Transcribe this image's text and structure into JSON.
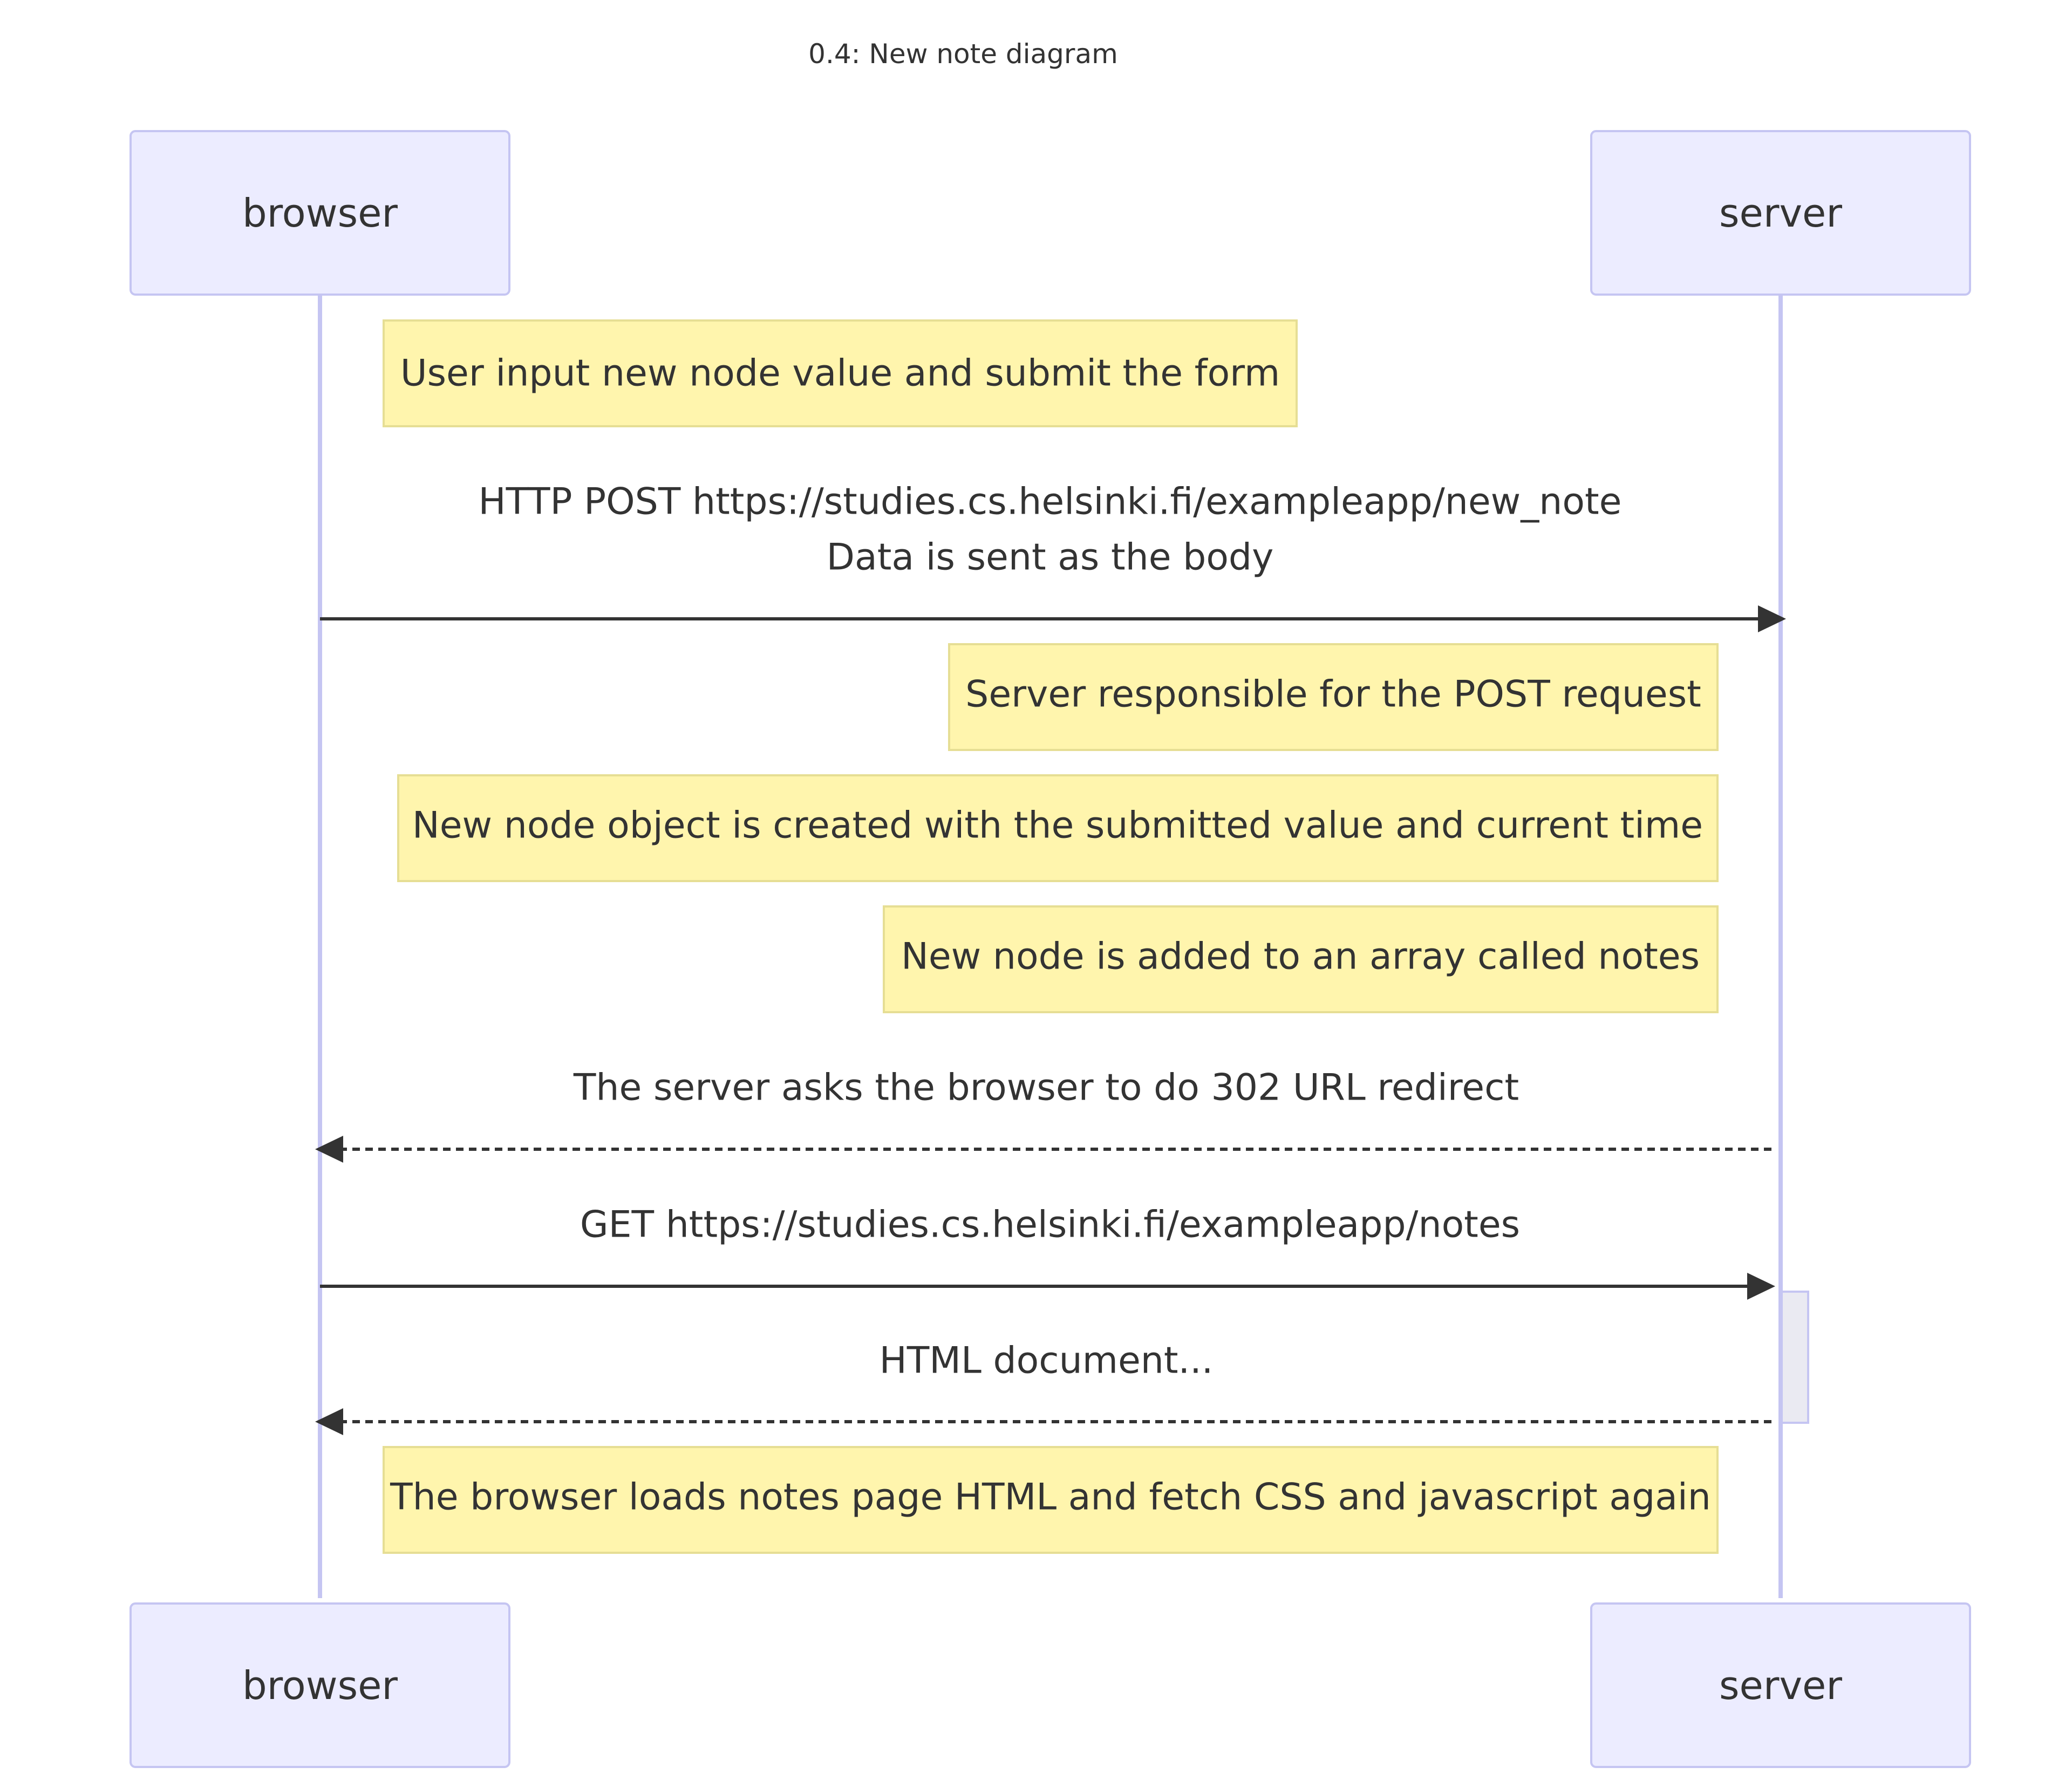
{
  "title": "0.4: New note diagram",
  "participants": [
    {
      "id": "browser",
      "label": "browser"
    },
    {
      "id": "server",
      "label": "server"
    }
  ],
  "steps": [
    {
      "kind": "note",
      "text": "User input new node value and submit the form"
    },
    {
      "kind": "message",
      "from": "browser",
      "to": "server",
      "style": "solid",
      "lines": [
        "HTTP POST https://studies.cs.helsinki.fi/exampleapp/new_note",
        "Data is sent as the body"
      ]
    },
    {
      "kind": "note",
      "text": "Server responsible for the POST request"
    },
    {
      "kind": "note",
      "text": "New node object is created with the submitted value and current time"
    },
    {
      "kind": "note",
      "text": "New node is added to an array called notes"
    },
    {
      "kind": "message",
      "from": "server",
      "to": "browser",
      "style": "dashed",
      "lines": [
        "The server asks the browser to do 302 URL redirect"
      ]
    },
    {
      "kind": "message",
      "from": "browser",
      "to": "server",
      "style": "solid",
      "lines": [
        "GET https://studies.cs.helsinki.fi/exampleapp/notes"
      ]
    },
    {
      "kind": "message",
      "from": "server",
      "to": "browser",
      "style": "dashed",
      "lines": [
        "HTML document..."
      ]
    },
    {
      "kind": "note",
      "text": "The browser loads notes page HTML and fetch CSS and javascript again"
    }
  ]
}
